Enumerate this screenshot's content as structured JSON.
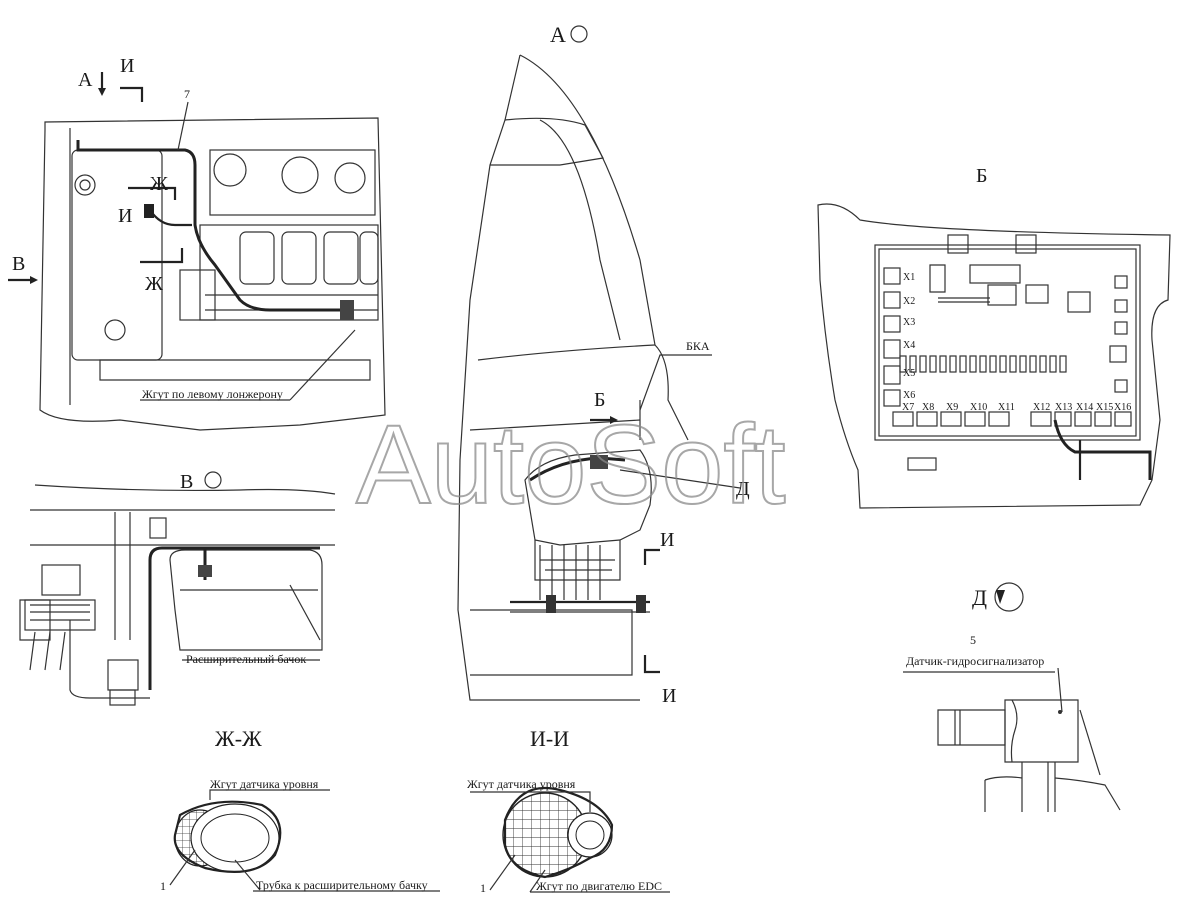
{
  "views": {
    "view_a_top_label": "А",
    "view_a_arrow_letter": "А",
    "view_i_top": "И",
    "view_i_left": "И",
    "view_zh_top": "Ж",
    "view_zh_bottom": "Ж",
    "view_v_arrow": "В",
    "view_v_title": "В",
    "view_b_title": "Б",
    "view_b_arrow": "Б",
    "view_d_title": "Д",
    "view_d_callout": "Д",
    "section_i_upper": "И",
    "section_i_lower": "И",
    "section_zh_zh": "Ж-Ж",
    "section_i_i": "И-И"
  },
  "callouts": {
    "item_7": "7",
    "item_5": "5",
    "item_1_left": "1",
    "item_1_right": "1",
    "bka": "БКА"
  },
  "labels": {
    "left_frame_harness": "Жгут по левому лонжерону",
    "expansion_tank": "Расширительный бачок",
    "level_sensor_harness_left": "Жгут датчика уровня",
    "level_sensor_harness_right": "Жгут датчика уровня",
    "pipe_to_tank": "Трубка к расширительному бачку",
    "edc_harness": "Жгут по двигателю EDC",
    "hydro_sensor": "Датчик-гидросигнализатор"
  },
  "connectors": {
    "left_column": [
      "X1",
      "X2",
      "X3",
      "X4",
      "X5",
      "X6"
    ],
    "bottom_row": [
      "X7",
      "X8",
      "X9",
      "X10",
      "X11",
      "X12",
      "X13",
      "X14",
      "X15",
      "X16"
    ]
  },
  "watermark": "AutoSoft"
}
